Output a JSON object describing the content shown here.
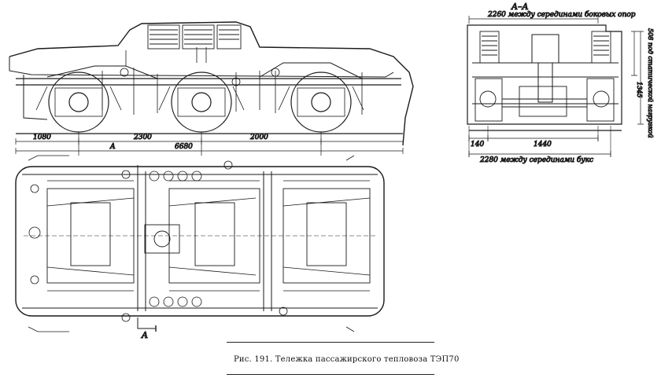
{
  "drawing": {
    "side_view": {
      "dims": {
        "d1": "1080",
        "d2": "2300",
        "d3": "6680",
        "d4": "2000",
        "label_a": "A"
      }
    },
    "plan_view": {
      "cut_label": "A"
    },
    "section": {
      "title": "A–A",
      "top_dim": "2260 между серединами боковых опор",
      "vert_dim_1": "508 под статической нагрузкой",
      "vert_dim_2": "1345",
      "bot_dim_1": "140",
      "bot_dim_2": "1440",
      "bot_dim_3": "2280 между серединами букс"
    }
  },
  "caption": {
    "text": "Рис. 191. Тележка пассажирского тепловоза ТЭП70"
  }
}
